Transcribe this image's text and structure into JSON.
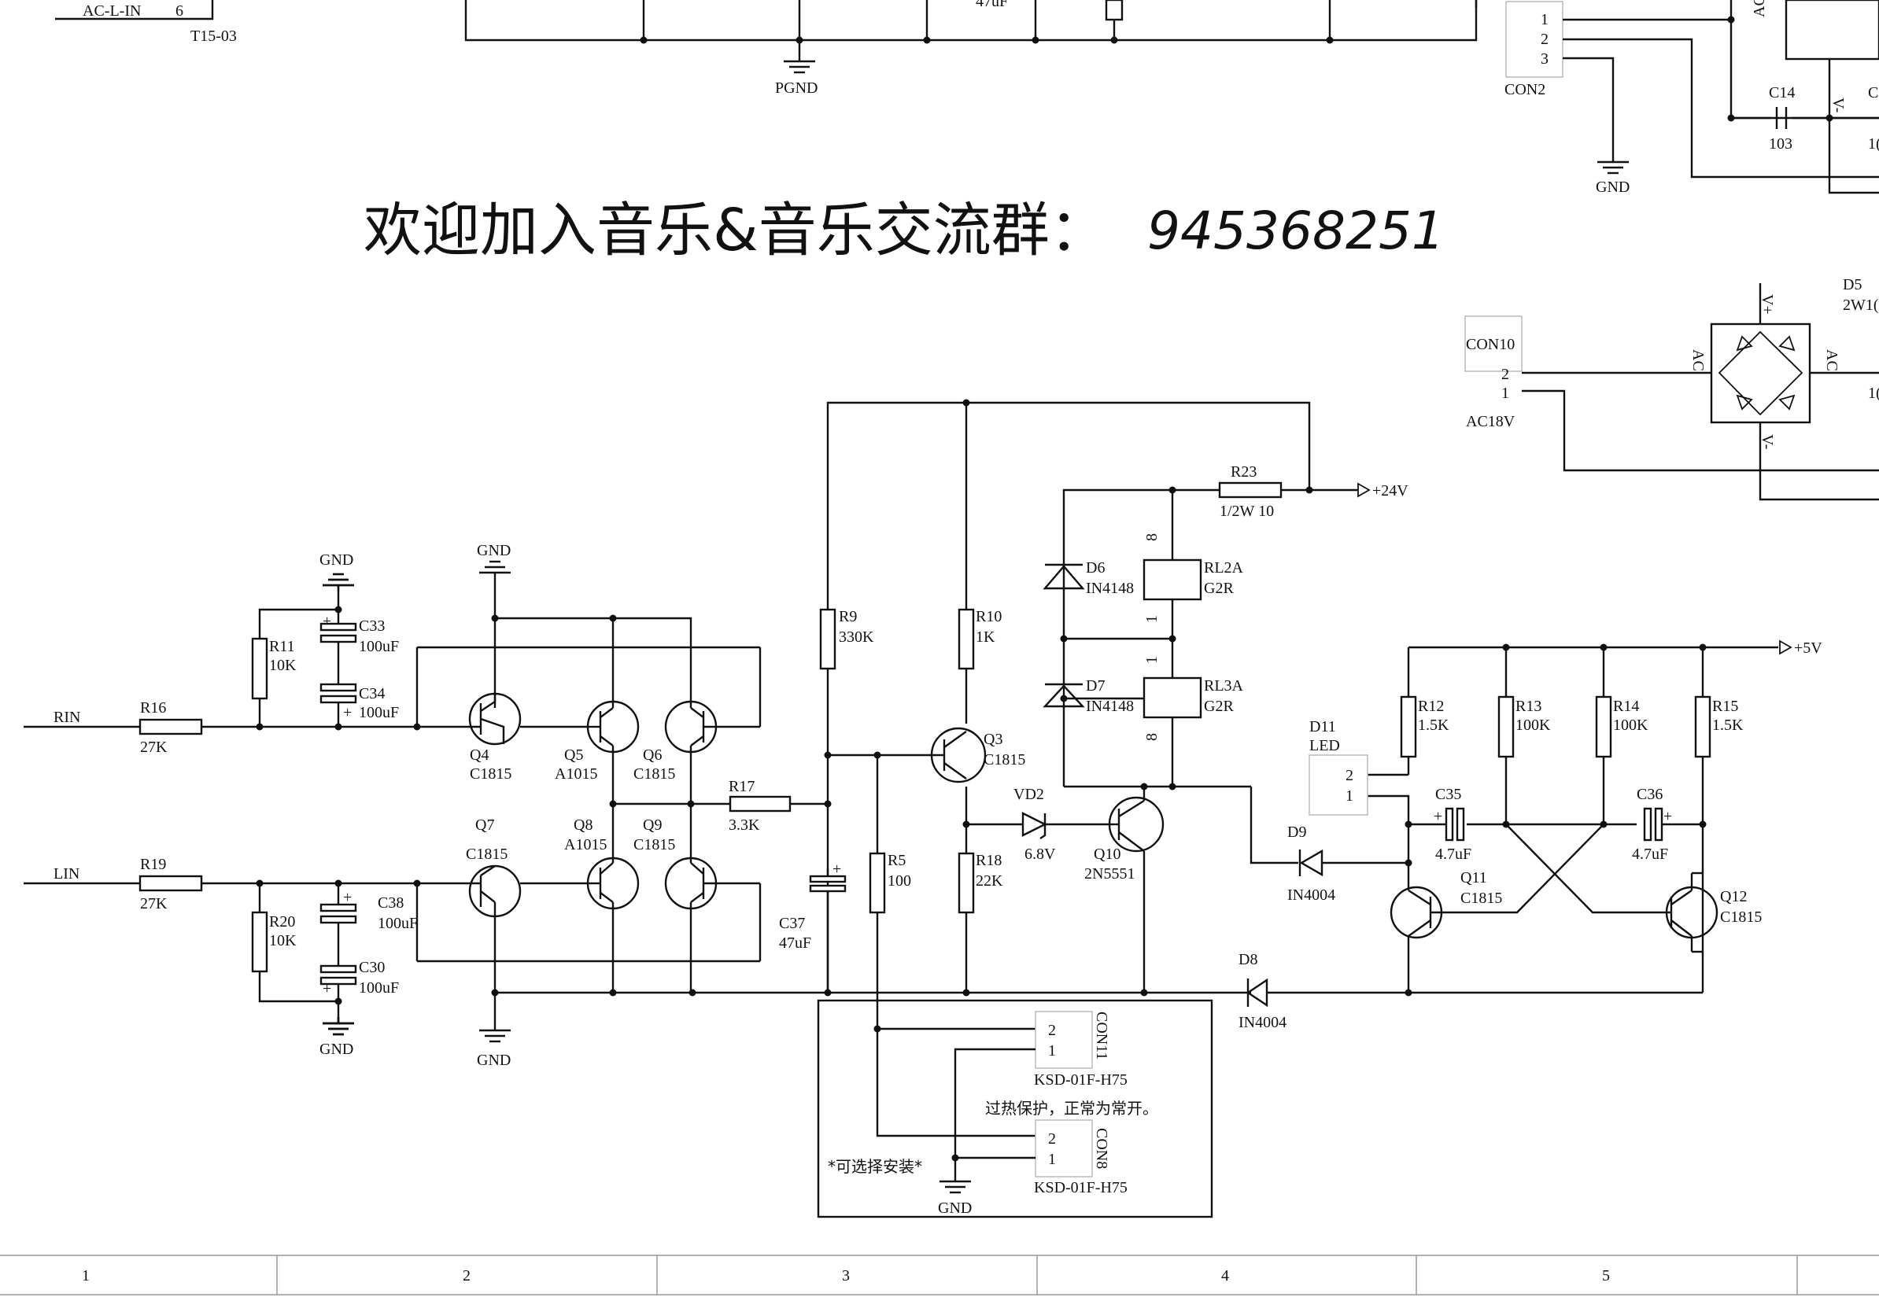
{
  "banner": {
    "text": "欢迎加入音乐&音乐交流群：",
    "number": "945368251"
  },
  "top": {
    "ac_l_in": "AC-L-IN",
    "pin6": "6",
    "t15": "T15-03",
    "cap47": "47uF",
    "pgnd": "PGND",
    "con2": "CON2",
    "con2_pins": [
      "1",
      "2",
      "3"
    ],
    "gnd": "GND",
    "c14": "C14",
    "c14_val": "103",
    "c_partial": "C",
    "val_partial": "1(",
    "ac_top": "AC",
    "vminus_top": "V-"
  },
  "power": {
    "d5": "D5",
    "d5_val": "2W1(",
    "con10": "CON10",
    "con10_pins": [
      "2",
      "1"
    ],
    "ac18v": "AC18V",
    "ac_left": "AC",
    "ac_right": "AC",
    "vplus": "V+",
    "vminus": "V-",
    "partial": "1("
  },
  "input": {
    "rin": "RIN",
    "lin": "LIN",
    "r16": "R16",
    "r16_val": "27K",
    "r19": "R19",
    "r19_val": "27K",
    "r11": "R11",
    "r11_val": "10K",
    "r20": "R20",
    "r20_val": "10K",
    "c33": "C33",
    "c33_val": "100uF",
    "c34": "C34",
    "c34_val": "100uF",
    "c38": "C38",
    "c38_val": "100uF",
    "c30": "C30",
    "c30_val": "100uF",
    "gnd": "GND",
    "plus": "+"
  },
  "transistors": {
    "q4": "Q4",
    "q4_val": "C1815",
    "q5": "Q5",
    "q5_val": "A1015",
    "q6": "Q6",
    "q6_val": "C1815",
    "q7": "Q7",
    "q7_val": "C1815",
    "q8": "Q8",
    "q8_val": "A1015",
    "q9": "Q9",
    "q9_val": "C1815"
  },
  "driver": {
    "r9": "R9",
    "r9_val": "330K",
    "r10": "R10",
    "r10_val": "1K",
    "r17": "R17",
    "r17_val": "3.3K",
    "r5": "R5",
    "r5_val": "100",
    "r18": "R18",
    "r18_val": "22K",
    "c37": "C37",
    "c37_val": "47uF",
    "q3": "Q3",
    "q3_val": "C1815",
    "vd2": "VD2",
    "vd2_val": "6.8V",
    "q10": "Q10",
    "q10_val": "2N5551"
  },
  "relay": {
    "r23": "R23",
    "r23_val": "1/2W 10",
    "v24": "+24V",
    "d6": "D6",
    "d6_val": "IN4148",
    "d7": "D7",
    "d7_val": "IN4148",
    "rl2a": "RL2A",
    "rl2a_val": "G2R",
    "rl3a": "RL3A",
    "rl3a_val": "G2R",
    "pin8": "8",
    "pin1": "1"
  },
  "flasher": {
    "v5": "+5V",
    "r12": "R12",
    "r12_val": "1.5K",
    "r13": "R13",
    "r13_val": "100K",
    "r14": "R14",
    "r14_val": "100K",
    "r15": "R15",
    "r15_val": "1.5K",
    "d11": "D11",
    "d11_val": "LED",
    "d11_pins": [
      "2",
      "1"
    ],
    "c35": "C35",
    "c35_val": "4.7uF",
    "c36": "C36",
    "c36_val": "4.7uF",
    "q11": "Q11",
    "q11_val": "C1815",
    "q12": "Q12",
    "q12_val": "C1815",
    "d9": "D9",
    "d9_val": "IN4004",
    "d8": "D8",
    "d8_val": "IN4004"
  },
  "thermal": {
    "con11": "CON11",
    "con8": "CON8",
    "pins": [
      "2",
      "1"
    ],
    "part": "KSD-01F-H75",
    "note": "过热保护，正常为常开。",
    "optional": "*可选择安装*",
    "gnd": "GND"
  },
  "frame": {
    "columns": [
      "1",
      "2",
      "3",
      "4",
      "5"
    ]
  }
}
